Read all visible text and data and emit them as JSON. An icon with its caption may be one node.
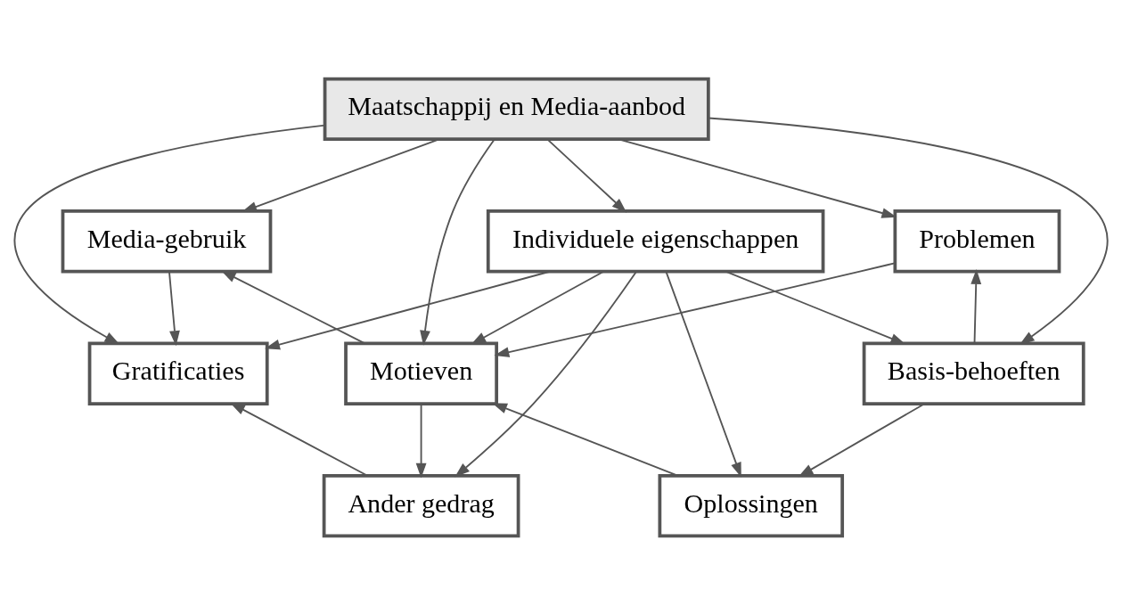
{
  "diagram": {
    "nodes": [
      {
        "text": [
          "Maatschappij en Media-aanbod"
        ]
      },
      {
        "text": [
          "Problemen"
        ]
      },
      {
        "text": [
          "Basis-behoeften"
        ]
      },
      {
        "text": [
          "Motieven"
        ]
      },
      {
        "text": [
          "Media-gebruik"
        ]
      },
      {
        "text": [
          "Gratificaties"
        ]
      },
      {
        "text": [
          "Oplossingen"
        ]
      },
      {
        "text": [
          "Ander gedrag"
        ]
      },
      {
        "text": [
          "Individuele eigenschappen"
        ]
      }
    ],
    "edges": [
      {
        "from": 0,
        "to": 2,
        "arrow": "to"
      },
      {
        "from": 0,
        "to": 1,
        "arrow": "to"
      },
      {
        "from": 0,
        "to": 3,
        "arrow": "to"
      },
      {
        "from": 0,
        "to": 4,
        "arrow": "to"
      },
      {
        "from": 0,
        "to": 5,
        "arrow": "to"
      },
      {
        "from": 0,
        "to": 8,
        "arrow": "to"
      },
      {
        "from": 2,
        "to": 1,
        "arrow": "to"
      },
      {
        "from": 1,
        "to": 3,
        "arrow": "to"
      },
      {
        "from": 3,
        "to": 4,
        "arrow": "to"
      },
      {
        "from": 4,
        "to": 5,
        "arrow": "to"
      },
      {
        "from": 2,
        "to": 6,
        "arrow": "to"
      },
      {
        "from": 6,
        "to": 3,
        "arrow": "to"
      },
      {
        "from": 3,
        "to": 7,
        "arrow": "to"
      },
      {
        "from": 7,
        "to": 5,
        "arrow": "to"
      },
      {
        "from": 8,
        "to": 2,
        "arrow": "to"
      },
      {
        "from": 8,
        "to": 6,
        "arrow": "to"
      },
      {
        "from": 8,
        "to": 3,
        "arrow": "to"
      },
      {
        "from": 8,
        "to": 7,
        "arrow": "to"
      },
      {
        "from": 8,
        "to": 5,
        "arrow": "to"
      }
    ]
  }
}
